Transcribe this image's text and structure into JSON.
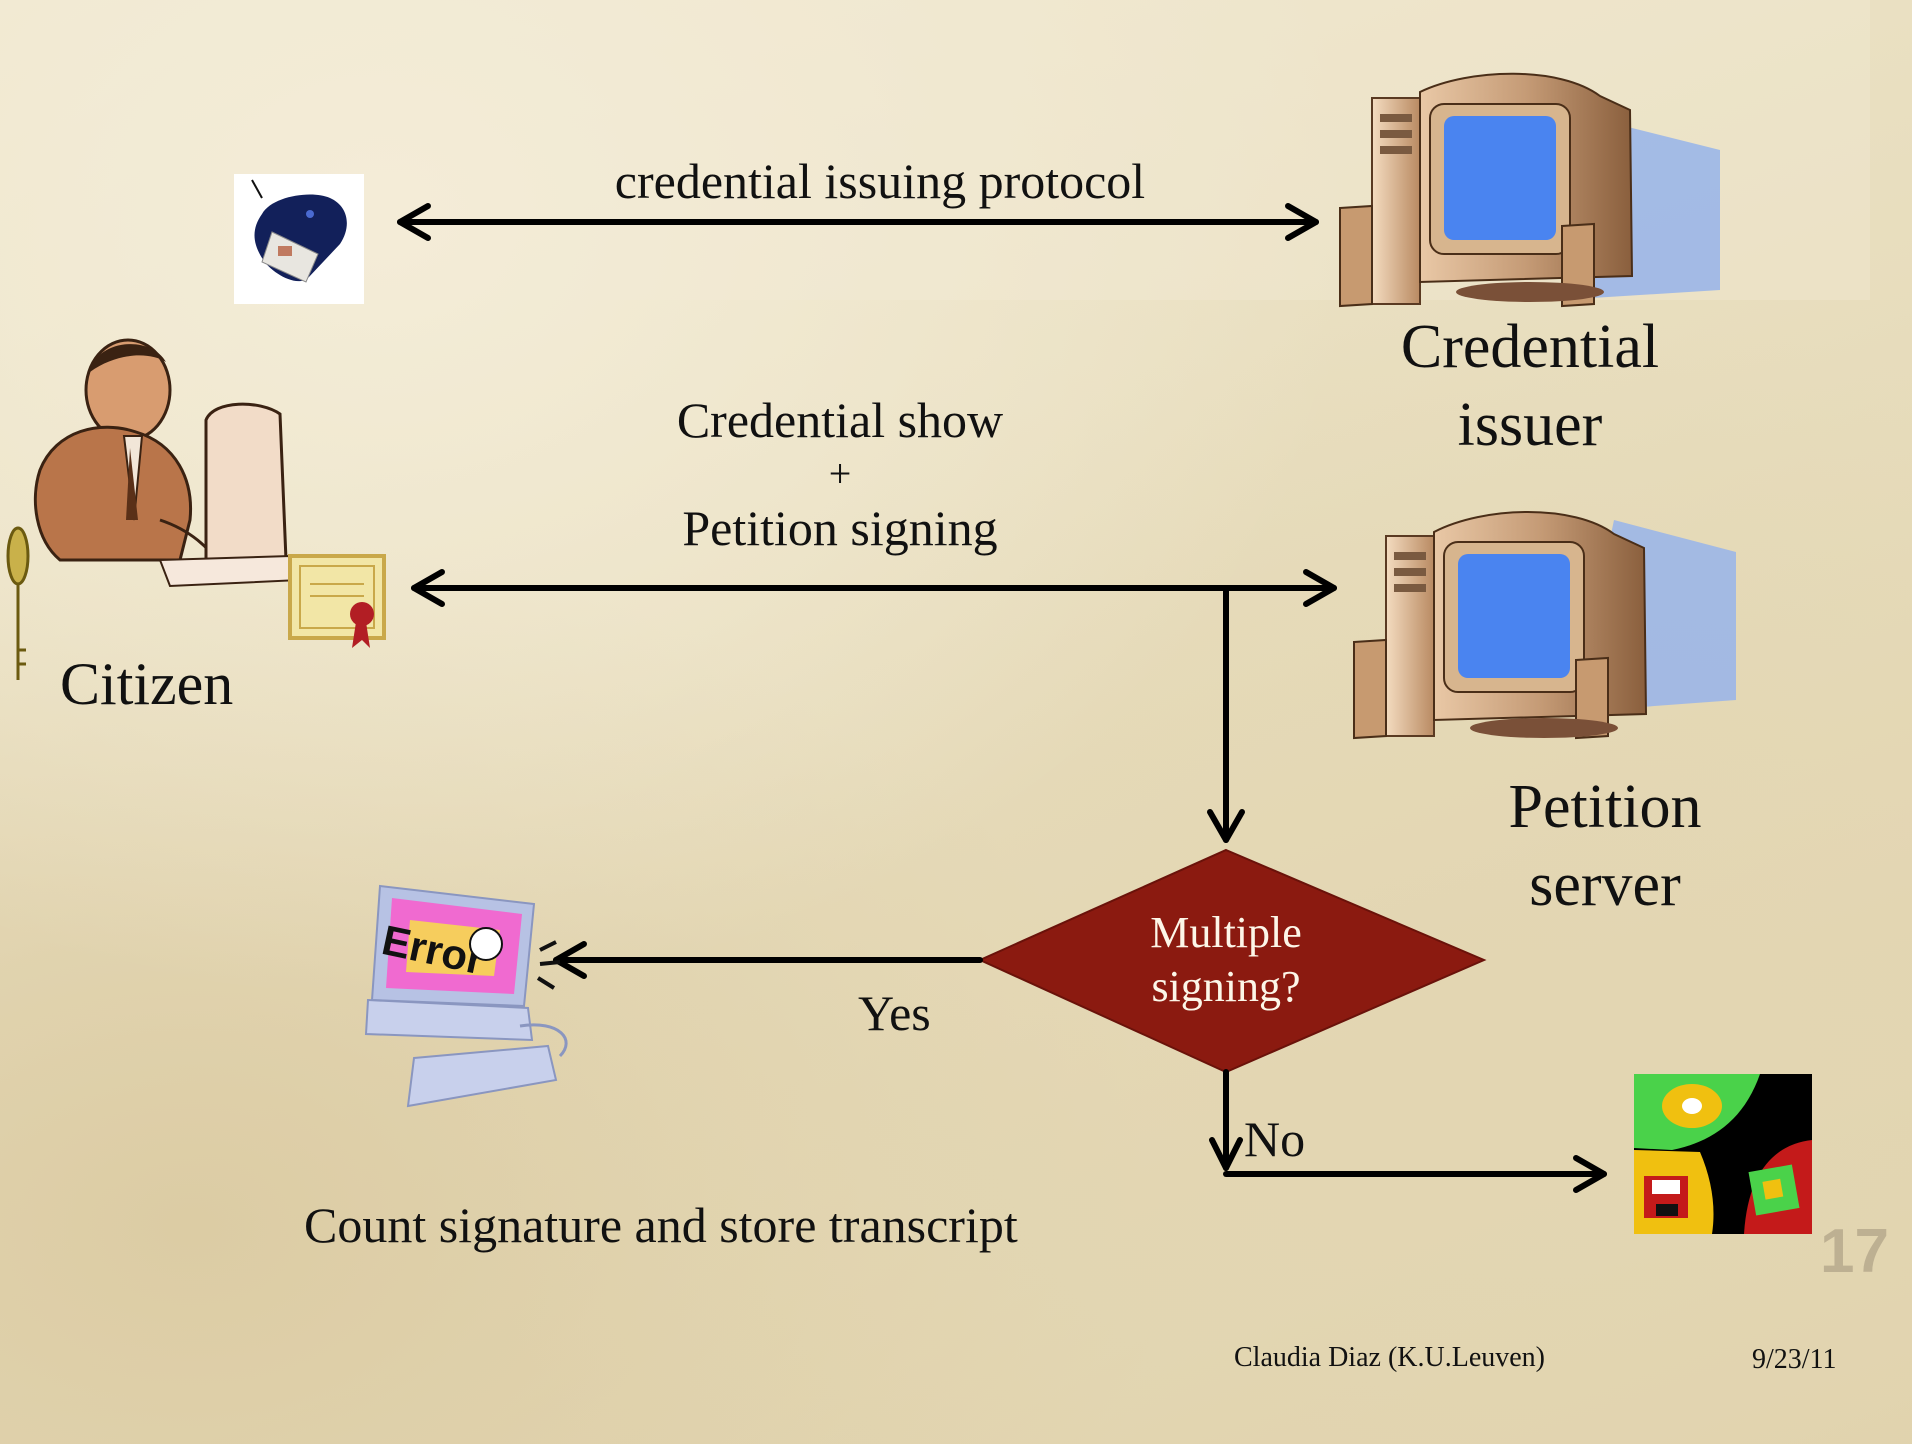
{
  "top_arrow_label": "credential issuing protocol",
  "credential_issuer": {
    "line1": "Credential",
    "line2": "issuer"
  },
  "middle_arrow_label": {
    "line1": "Credential show",
    "line2": "+",
    "line3": "Petition signing"
  },
  "citizen_label": "Citizen",
  "petition_server": {
    "line1": "Petition",
    "line2": "server"
  },
  "decision": {
    "line1": "Multiple",
    "line2": "signing?"
  },
  "yes_label": "Yes",
  "no_label": "No",
  "error_icon_text": "Error",
  "bottom_caption": "Count signature and store transcript",
  "footer": {
    "author": "Claudia Diaz (K.U.Leuven)",
    "date": "9/23/11",
    "page": "17"
  },
  "colors": {
    "decision_fill": "#8b1a10",
    "monitor_screen": "#4a84f0",
    "arrow": "#000000"
  }
}
